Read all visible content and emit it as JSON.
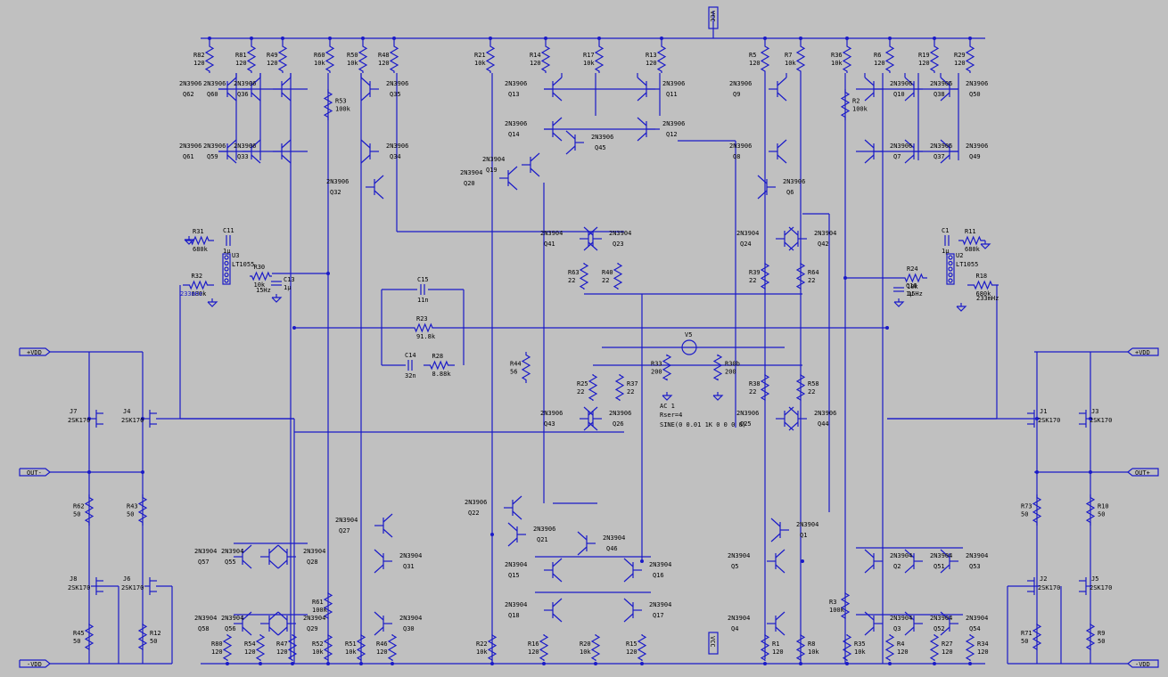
{
  "power": {
    "vcc": "VCC",
    "vcc_bottom": "VCC"
  },
  "ports": {
    "left_vdd_pos": "+VDD",
    "left_out": "OUT-",
    "left_vdd_neg": "-VDD",
    "right_vdd_pos": "+VDD",
    "right_out": "OUT+",
    "right_vdd_neg": "-VDD"
  },
  "source": {
    "name": "V5",
    "ac": "AC 1",
    "rser": "Rser=4",
    "sine": "SINE(0 0.01 1K 0 0 0 0)"
  },
  "top_left_resistors": [
    {
      "name": "R82",
      "value": "120"
    },
    {
      "name": "R81",
      "value": "120"
    },
    {
      "name": "R49",
      "value": "120"
    },
    {
      "name": "R60",
      "value": "10k"
    },
    {
      "name": "R50",
      "value": "10k"
    },
    {
      "name": "R48",
      "value": "120"
    },
    {
      "name": "R21",
      "value": "10k"
    },
    {
      "name": "R14",
      "value": "120"
    },
    {
      "name": "R17",
      "value": "10k"
    },
    {
      "name": "R13",
      "value": "120"
    }
  ],
  "top_right_resistors": [
    {
      "name": "R5",
      "value": "120"
    },
    {
      "name": "R7",
      "value": "10k"
    },
    {
      "name": "R36",
      "value": "10k"
    },
    {
      "name": "R6",
      "value": "120"
    },
    {
      "name": "R19",
      "value": "120"
    },
    {
      "name": "R29",
      "value": "120"
    }
  ],
  "bottom_left_resistors": [
    {
      "name": "R80",
      "value": "120"
    },
    {
      "name": "R54",
      "value": "120"
    },
    {
      "name": "R47",
      "value": "120"
    },
    {
      "name": "R52",
      "value": "10k"
    },
    {
      "name": "R51",
      "value": "10k"
    },
    {
      "name": "R46",
      "value": "120"
    },
    {
      "name": "R22",
      "value": "10k"
    },
    {
      "name": "R16",
      "value": "120"
    },
    {
      "name": "R20",
      "value": "10k"
    },
    {
      "name": "R15",
      "value": "120"
    }
  ],
  "bottom_right_resistors": [
    {
      "name": "R1",
      "value": "120"
    },
    {
      "name": "R8",
      "value": "10k"
    },
    {
      "name": "R35",
      "value": "10k"
    },
    {
      "name": "R4",
      "value": "120"
    },
    {
      "name": "R27",
      "value": "120"
    },
    {
      "name": "R34",
      "value": "120"
    }
  ],
  "misc_parts": [
    {
      "name": "R53",
      "value": "100k"
    },
    {
      "name": "R2",
      "value": "100k"
    },
    {
      "name": "R61",
      "value": "100k"
    },
    {
      "name": "R3",
      "value": "100k"
    },
    {
      "name": "R31",
      "value": "680k"
    },
    {
      "name": "C11",
      "value": "1µ"
    },
    {
      "name": "R32",
      "value": "680k"
    },
    {
      "name": "U3",
      "value": "LT1055"
    },
    {
      "name": "R30",
      "value": "10k"
    },
    {
      "name": "C13",
      "value": "1µ"
    },
    {
      "name": "C15",
      "value": "11n"
    },
    {
      "name": "R23",
      "value": "91.8k"
    },
    {
      "name": "C14",
      "value": "32n"
    },
    {
      "name": "R28",
      "value": "8.88k"
    },
    {
      "name": "R44",
      "value": "56"
    },
    {
      "name": "R63",
      "value": "22"
    },
    {
      "name": "R40",
      "value": "22"
    },
    {
      "name": "R39",
      "value": "22"
    },
    {
      "name": "R64",
      "value": "22"
    },
    {
      "name": "R25",
      "value": "22"
    },
    {
      "name": "R37",
      "value": "22"
    },
    {
      "name": "R38",
      "value": "22"
    },
    {
      "name": "R58",
      "value": "22"
    },
    {
      "name": "R33",
      "value": "200"
    },
    {
      "name": "R30b",
      "value": "200"
    },
    {
      "name": "R11",
      "value": "680k"
    },
    {
      "name": "C1",
      "value": "1µ"
    },
    {
      "name": "R18",
      "value": "680k"
    },
    {
      "name": "U2",
      "value": "LT1055"
    },
    {
      "name": "R24",
      "value": "10k"
    },
    {
      "name": "C10",
      "value": "1µ"
    },
    {
      "name": "R62",
      "value": "50"
    },
    {
      "name": "R43",
      "value": "50"
    },
    {
      "name": "R45",
      "value": "50"
    },
    {
      "name": "R12",
      "value": "50"
    },
    {
      "name": "R73",
      "value": "50"
    },
    {
      "name": "R10",
      "value": "50"
    },
    {
      "name": "R71",
      "value": "50"
    },
    {
      "name": "R9",
      "value": "50"
    }
  ],
  "freq_labels": {
    "left_233": "233mHz",
    "left_15": "15Hz",
    "right_15": "15Hz",
    "right_233": "233mHz"
  },
  "jfets": [
    {
      "name": "J7",
      "model": "2SK170"
    },
    {
      "name": "J4",
      "model": "2SK170"
    },
    {
      "name": "J8",
      "model": "2SK170"
    },
    {
      "name": "J6",
      "model": "2SK170"
    },
    {
      "name": "J1",
      "model": "2SK170"
    },
    {
      "name": "J3",
      "model": "2SK170"
    },
    {
      "name": "J2",
      "model": "2SK170"
    },
    {
      "name": "J5",
      "model": "2SK170"
    }
  ],
  "transistors_pnp_top": [
    {
      "name": "Q62",
      "model": "2N3906"
    },
    {
      "name": "Q60",
      "model": "2N3906"
    },
    {
      "name": "Q36",
      "model": "2N3906"
    },
    {
      "name": "Q35",
      "model": "2N3906"
    },
    {
      "name": "Q61",
      "model": "2N3906"
    },
    {
      "name": "Q59",
      "model": "2N3906"
    },
    {
      "name": "Q33",
      "model": "2N3906"
    },
    {
      "name": "Q34",
      "model": "2N3906"
    },
    {
      "name": "Q32",
      "model": "2N3906"
    },
    {
      "name": "Q13",
      "model": "2N3906"
    },
    {
      "name": "Q14",
      "model": "2N3906"
    },
    {
      "name": "Q11",
      "model": "2N3906"
    },
    {
      "name": "Q12",
      "model": "2N3906"
    },
    {
      "name": "Q45",
      "model": "2N3906"
    },
    {
      "name": "Q9",
      "model": "2N3906"
    },
    {
      "name": "Q10",
      "model": "2N3906"
    },
    {
      "name": "Q38",
      "model": "2N3906"
    },
    {
      "name": "Q50",
      "model": "2N3906"
    },
    {
      "name": "Q8",
      "model": "2N3906"
    },
    {
      "name": "Q7",
      "model": "2N3906"
    },
    {
      "name": "Q37",
      "model": "2N3906"
    },
    {
      "name": "Q49",
      "model": "2N3906"
    },
    {
      "name": "Q6",
      "model": "2N3906"
    }
  ],
  "transistors_npn": [
    {
      "name": "Q19",
      "model": "2N3904"
    },
    {
      "name": "Q20",
      "model": "2N3904"
    },
    {
      "name": "Q41",
      "model": "2N3904"
    },
    {
      "name": "Q23",
      "model": "2N3904"
    },
    {
      "name": "Q24",
      "model": "2N3904"
    },
    {
      "name": "Q42",
      "model": "2N3904"
    },
    {
      "name": "Q27",
      "model": "2N3904"
    },
    {
      "name": "Q31",
      "model": "2N3904"
    },
    {
      "name": "Q57",
      "model": "2N3904"
    },
    {
      "name": "Q55",
      "model": "2N3904"
    },
    {
      "name": "Q28",
      "model": "2N3904"
    },
    {
      "name": "Q58",
      "model": "2N3904"
    },
    {
      "name": "Q56",
      "model": "2N3904"
    },
    {
      "name": "Q29",
      "model": "2N3904"
    },
    {
      "name": "Q30",
      "model": "2N3904"
    },
    {
      "name": "Q46",
      "model": "2N3904"
    },
    {
      "name": "Q15",
      "model": "2N3904"
    },
    {
      "name": "Q18",
      "model": "2N3904"
    },
    {
      "name": "Q16",
      "model": "2N3904"
    },
    {
      "name": "Q17",
      "model": "2N3904"
    },
    {
      "name": "Q1",
      "model": "2N3904"
    },
    {
      "name": "Q5",
      "model": "2N3904"
    },
    {
      "name": "Q4",
      "model": "2N3904"
    },
    {
      "name": "Q2",
      "model": "2N3904"
    },
    {
      "name": "Q51",
      "model": "2N3904"
    },
    {
      "name": "Q53",
      "model": "2N3904"
    },
    {
      "name": "Q3",
      "model": "2N3904"
    },
    {
      "name": "Q52",
      "model": "2N3904"
    },
    {
      "name": "Q54",
      "model": "2N3904"
    }
  ],
  "transistors_pnp_mid": [
    {
      "name": "Q43",
      "model": "2N3906"
    },
    {
      "name": "Q26",
      "model": "2N3906"
    },
    {
      "name": "Q25",
      "model": "2N3906"
    },
    {
      "name": "Q44",
      "model": "2N3906"
    },
    {
      "name": "Q22",
      "model": "2N3906"
    },
    {
      "name": "Q21",
      "model": "2N3906"
    }
  ]
}
